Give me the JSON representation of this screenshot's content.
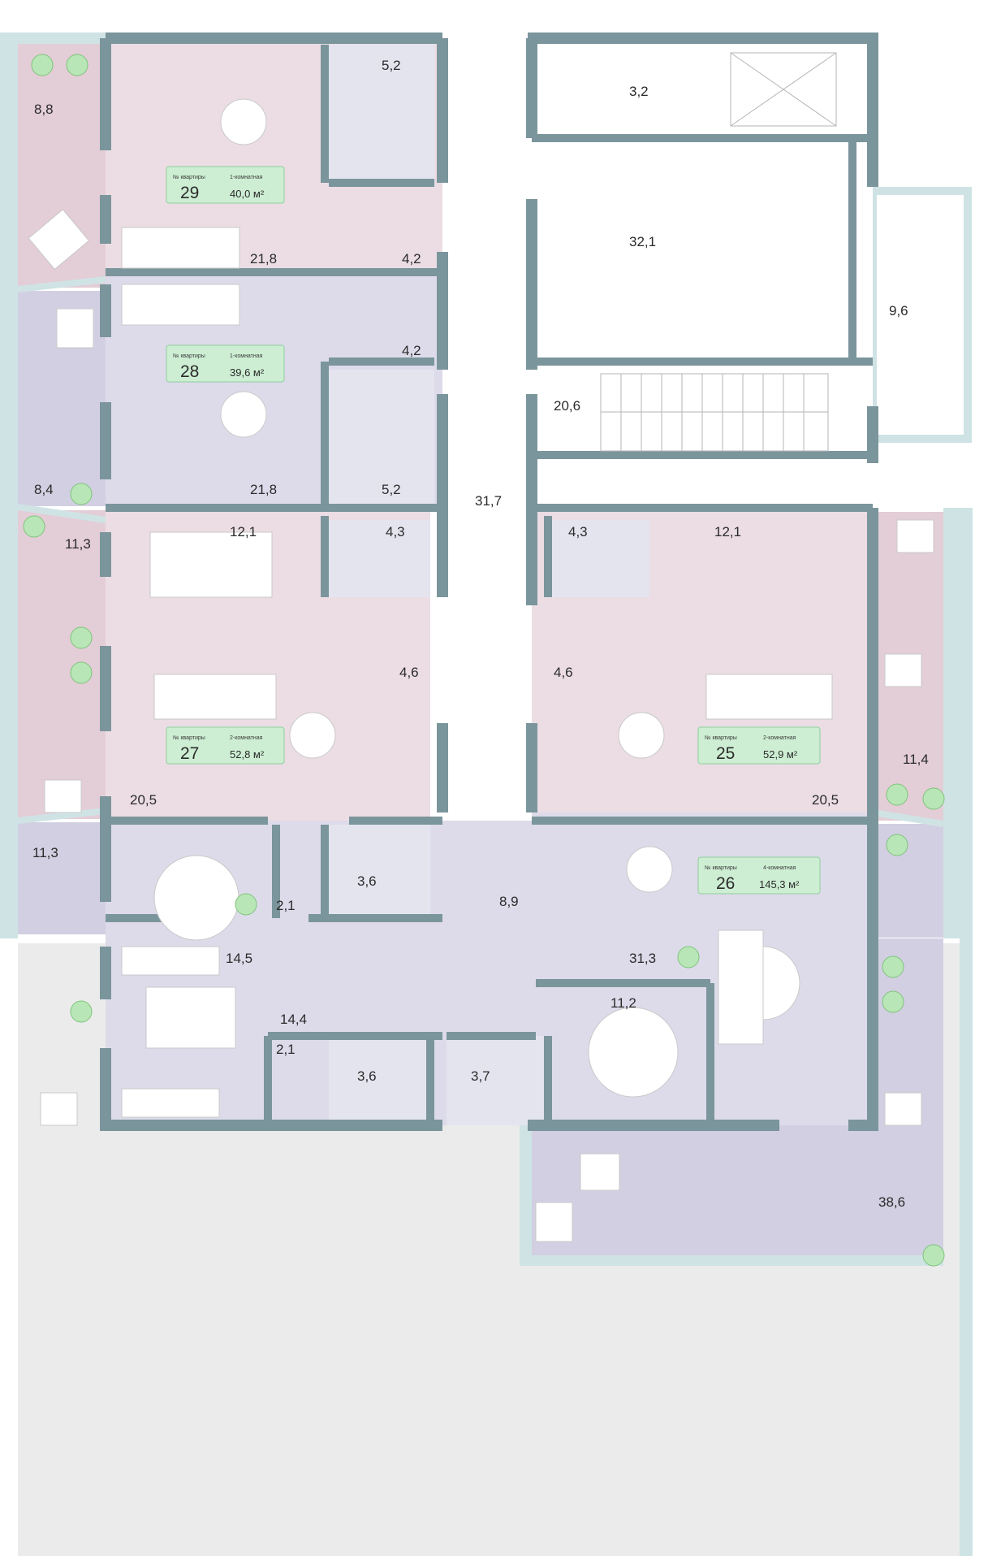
{
  "colors": {
    "wall": "#7b959c",
    "terrace_outline": "#cfe3e5",
    "pink_unit": "#ebdde3",
    "lilac_unit": "#dddbea",
    "lilac_terrace": "#d2cfe2",
    "pink_terrace": "#e3cdd6",
    "bath": "#e4e4ef",
    "service": "#ffffff",
    "yard": "#ebebeb",
    "tag_bg": "#cdeed3",
    "tag_border": "#8fcf9c",
    "plant": "#b9e6b7"
  },
  "apartments": [
    {
      "id": "29",
      "no_label": "№ квартиры",
      "type": "1-комнатная",
      "area": "40,0 м²"
    },
    {
      "id": "28",
      "no_label": "№ квартиры",
      "type": "1-комнатная",
      "area": "39,6 м²"
    },
    {
      "id": "27",
      "no_label": "№ квартиры",
      "type": "2-комнатная",
      "area": "52,8 м²"
    },
    {
      "id": "25",
      "no_label": "№ квартиры",
      "type": "2-комнатная",
      "area": "52,9 м²"
    },
    {
      "id": "26",
      "no_label": "№ квартиры",
      "type": "4-комнатная",
      "area": "145,3 м²"
    }
  ],
  "room_areas": [
    "8,8",
    "5,2",
    "21,8",
    "4,2",
    "4,2",
    "21,8",
    "5,2",
    "8,4",
    "3,2",
    "32,1",
    "9,6",
    "20,6",
    "31,7",
    "11,3",
    "12,1",
    "4,3",
    "4,6",
    "20,5",
    "4,3",
    "12,1",
    "4,6",
    "11,4",
    "20,5",
    "11,3",
    "2,1",
    "3,6",
    "14,5",
    "8,9",
    "31,3",
    "14,4",
    "2,1",
    "3,6",
    "3,7",
    "11,2",
    "38,6"
  ]
}
